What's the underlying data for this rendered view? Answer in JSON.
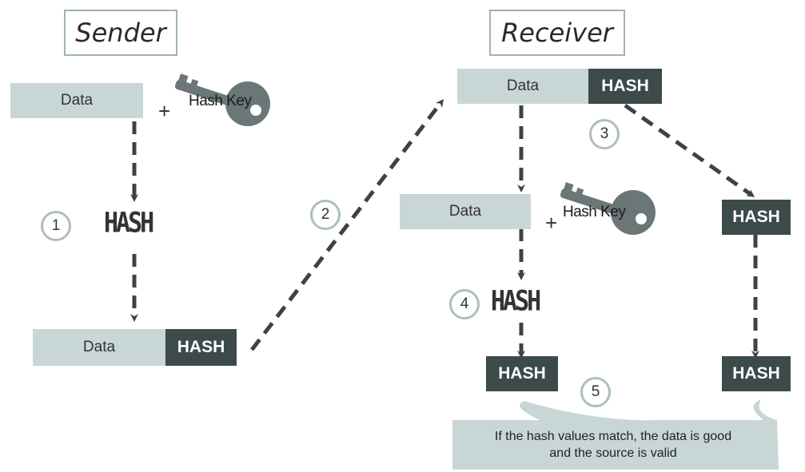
{
  "sender": {
    "title": "Sender",
    "data_label": "Data",
    "hash_key_label": "Hash Key",
    "plus": "+",
    "scrambled_hash": "HASH",
    "result_data": "Data",
    "result_hash": "HASH"
  },
  "receiver": {
    "title": "Receiver",
    "received_data": "Data",
    "received_hash": "HASH",
    "data_label": "Data",
    "hash_key_label": "Hash Key",
    "plus": "+",
    "scrambled_hash": "HASH",
    "computed_hash": "HASH",
    "extracted_hash": "HASH",
    "compared_hash": "HASH"
  },
  "steps": [
    "1",
    "2",
    "3",
    "4",
    "5"
  ],
  "message": {
    "line1": "If the hash values match, the data is good",
    "line2": "and the source is valid"
  },
  "colors": {
    "data_box": "#c9d6d6",
    "hash_box": "#3d4a4a",
    "arrow": "#3a4444",
    "key": "#6b7676"
  }
}
